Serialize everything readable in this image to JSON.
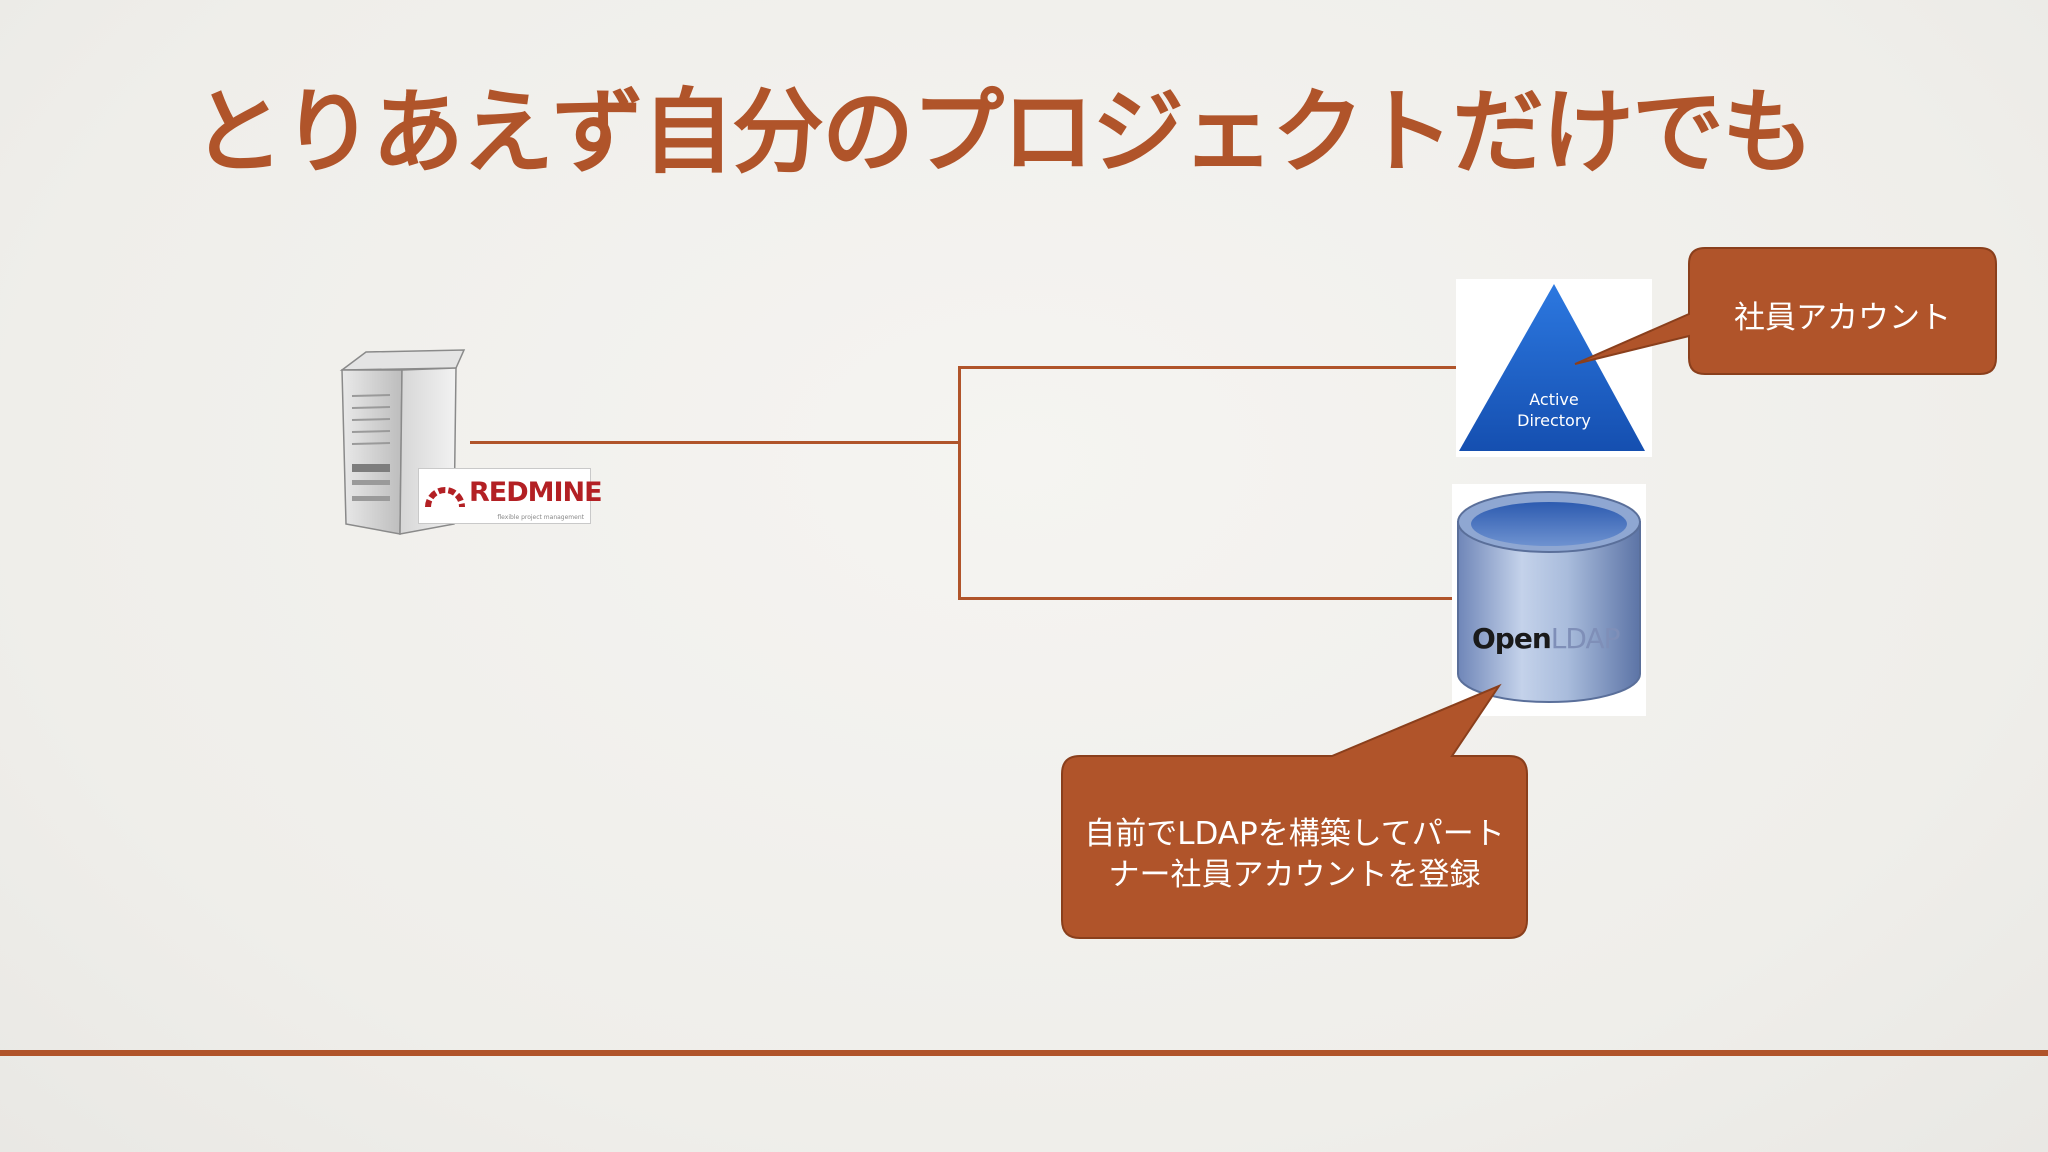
{
  "slide": {
    "title": "とりあえず自分のプロジェクトだけでも"
  },
  "redmine": {
    "logo_text": "REDMINE",
    "tagline": "flexible project management"
  },
  "active_directory": {
    "label_line1": "Active",
    "label_line2": "Directory"
  },
  "openldap": {
    "label_open": "Open",
    "label_ldap": "LDAP"
  },
  "callouts": {
    "employee_accounts": "社員アカウント",
    "ldap_note_line1": "自前でLDAPを構築してパート",
    "ldap_note_line2": "ナー社員アカウントを登録"
  },
  "colors": {
    "accent": "#b0542a",
    "ad_blue": "#1c5fc4",
    "redmine_red": "#b32024"
  }
}
